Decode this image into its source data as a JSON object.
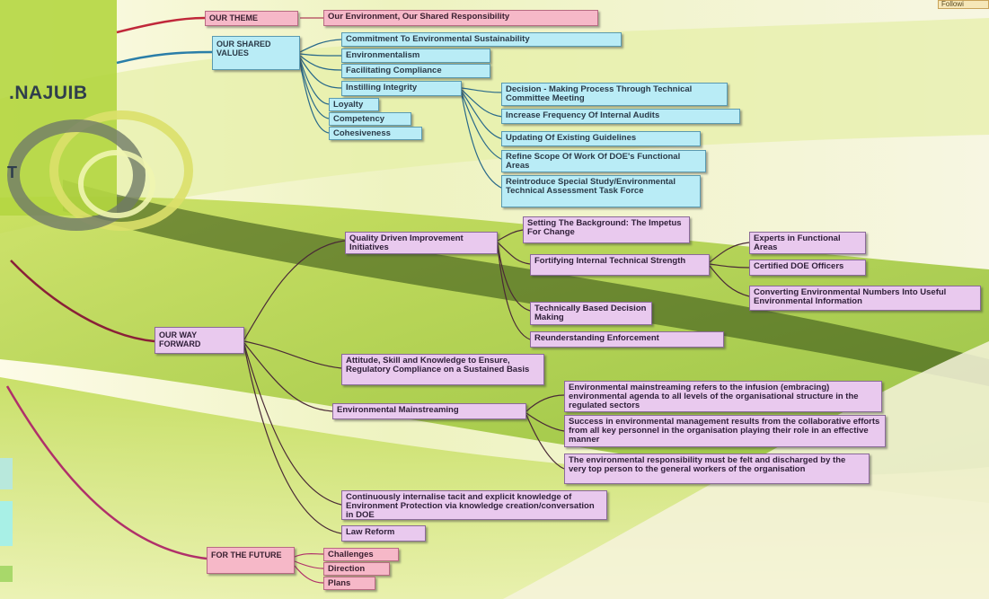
{
  "corner_label": "Followi",
  "center": {
    "title": ".NAJUIB",
    "letter": "T"
  },
  "theme": {
    "label": "OUR THEME",
    "value": "Our Environment, Our Shared Responsibility"
  },
  "values": {
    "label": "OUR SHARED VALUES",
    "items": [
      "Commitment To Environmental Sustainability",
      "Environmentalism",
      "Facilitating Compliance",
      "Instilling Integrity",
      "Loyalty",
      "Competency",
      "Cohesiveness"
    ],
    "integrity_items": [
      "Decision - Making Process Through Technical Committee Meeting",
      "Increase Frequency Of Internal Audits",
      "Updating Of Existing Guidelines",
      "Refine Scope Of Work Of DOE's Functional Areas",
      "Reintroduce Special Study/Environmental Technical Assessment Task Force"
    ]
  },
  "forward": {
    "label": "OUR WAY FORWARD",
    "quality": "Quality Driven Improvement Initiatives",
    "quality_items": [
      "Setting The Background: The Impetus For Change",
      "Fortifying Internal Technical Strength",
      "Technically Based Decision Making",
      "Reunderstanding Enforcement"
    ],
    "strength_items": [
      "Experts in Functional Areas",
      "Certified DOE Officers",
      "Converting Environmental Numbers Into Useful Environmental Information"
    ],
    "attitude": "Attitude, Skill and Knowledge to Ensure, Regulatory Compliance on a Sustained Basis",
    "mainstreaming": "Environmental Mainstreaming",
    "mainstreaming_items": [
      "Environmental mainstreaming refers to the infusion (embracing) environmental agenda to all levels of the organisational structure in the regulated sectors",
      "Success in environmental management results from the collaborative efforts from all key personnel in the organisation playing their role in an effective manner",
      "The environmental responsibility must be felt and discharged by the very top person to the general workers of the organisation"
    ],
    "knowledge": "Continuously internalise tacit and explicit knowledge of Environment Protection via knowledge creation/conversation in DOE",
    "law": "Law Reform"
  },
  "future": {
    "label": "FOR THE FUTURE",
    "items": [
      "Challenges",
      "Direction",
      "Plans"
    ]
  }
}
